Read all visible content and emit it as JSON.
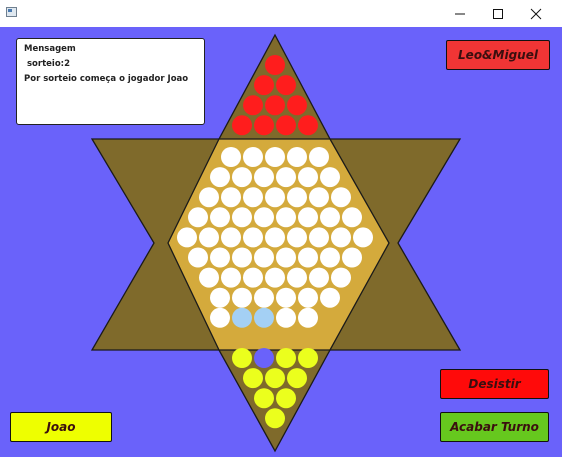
{
  "window": {
    "minimize_glyph": "minimize-icon",
    "maximize_glyph": "maximize-icon",
    "close_glyph": "close-icon"
  },
  "message_box": {
    "title": "Mensagem",
    "line1": "sorteio:2",
    "line2": "Por sorteio começa o jogador Joao"
  },
  "buttons": {
    "credits": "Leo&Miguel",
    "give_up": "Desistir",
    "end_turn": "Acabar Turno",
    "player": "Joao"
  },
  "colors": {
    "background": "#6a62fa",
    "star_arm": "#7f6a2b",
    "center_hex": "#d4aa3c",
    "red_piece": "#ff1d1d",
    "yellow_piece": "#ebff1d",
    "empty_hole": "#ffffff",
    "highlight_hole": "#a4d0f4",
    "missing_piece": "#6a62fa",
    "credits_button": "#f03535",
    "give_up_button": "#ff0a0a",
    "end_turn_button": "#66c81e",
    "player_button": "#eeff00"
  },
  "board": {
    "red_rows": [
      [
        "r",
        "r",
        "r",
        "r"
      ],
      [
        "r",
        "r",
        "r"
      ],
      [
        "r",
        "r"
      ],
      [
        "r"
      ]
    ],
    "center_rows": [
      [
        "e",
        "e",
        "e",
        "e",
        "e"
      ],
      [
        "e",
        "e",
        "e",
        "e",
        "e",
        "e"
      ],
      [
        "e",
        "e",
        "e",
        "e",
        "e",
        "e",
        "e"
      ],
      [
        "e",
        "e",
        "e",
        "e",
        "e",
        "e",
        "e",
        "e"
      ],
      [
        "e",
        "e",
        "e",
        "e",
        "e",
        "e",
        "e",
        "e",
        "e"
      ],
      [
        "e",
        "e",
        "e",
        "e",
        "e",
        "e",
        "e",
        "e"
      ],
      [
        "e",
        "e",
        "e",
        "e",
        "e",
        "e",
        "e"
      ],
      [
        "e",
        "e",
        "e",
        "e",
        "e",
        "e"
      ],
      [
        "e",
        "h",
        "h",
        "e",
        "e"
      ]
    ],
    "yellow_rows": [
      [
        "y",
        "b",
        "y",
        "y"
      ],
      [
        "y",
        "y",
        "y"
      ],
      [
        "y",
        "y"
      ],
      [
        "y"
      ]
    ]
  }
}
